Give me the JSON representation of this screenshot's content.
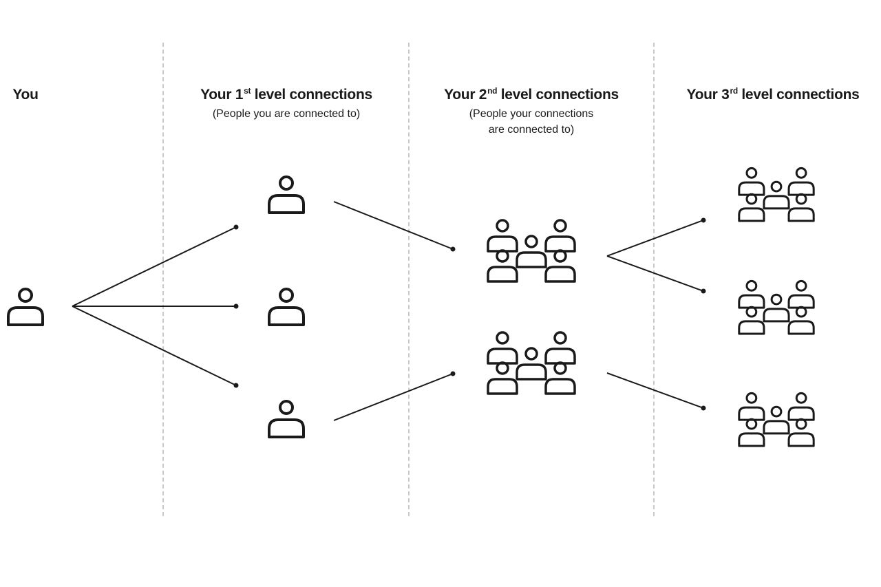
{
  "columns": [
    {
      "id": "you",
      "title_pre": "You",
      "title_sup": "",
      "title_post": "",
      "subtitle_lines": []
    },
    {
      "id": "first",
      "title_pre": "Your 1",
      "title_sup": "st",
      "title_post": " level connections",
      "subtitle_lines": [
        "(People you are connected to)"
      ]
    },
    {
      "id": "second",
      "title_pre": "Your 2",
      "title_sup": "nd",
      "title_post": " level connections",
      "subtitle_lines": [
        "(People your connections",
        "are connected to)"
      ]
    },
    {
      "id": "third",
      "title_pre": "Your 3",
      "title_sup": "rd",
      "title_post": " level connections",
      "subtitle_lines": []
    }
  ],
  "icons": {
    "single_person": "person-icon",
    "group": "group-of-people-icon"
  },
  "colors": {
    "ink": "#1a1a1a",
    "divider": "#c9c9c9",
    "background": "#ffffff"
  }
}
